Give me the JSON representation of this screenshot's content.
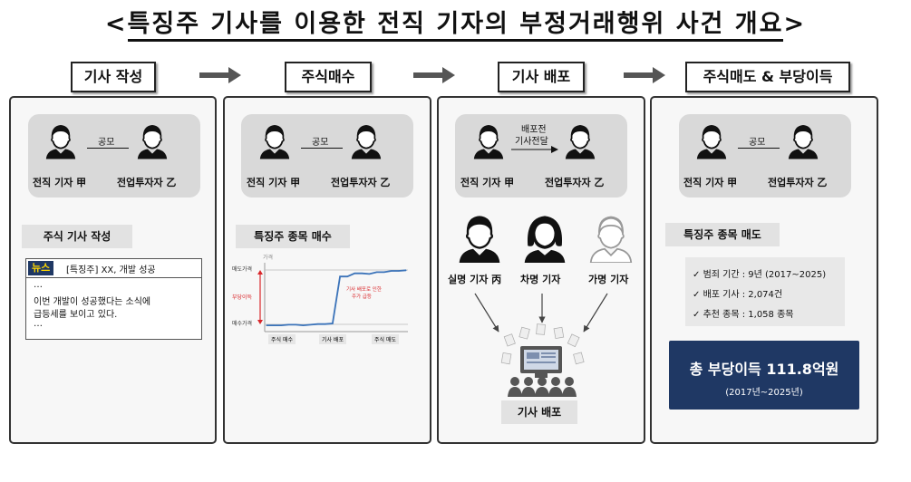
{
  "title": {
    "lead": "<",
    "main": "특징주 기사를 이용한 전직 기자의 부정거래행위 사건 개요",
    "tail": ">"
  },
  "stages": [
    "기사 작성",
    "주식매수",
    "기사 배포",
    "주식매도 & 부당이득"
  ],
  "people": {
    "reporter": "전직 기자 甲",
    "investor": "전업투자자 乙"
  },
  "relations": {
    "conspiracy": "공모",
    "pre_release_line1": "배포전",
    "pre_release_line2": "기사전달"
  },
  "panel1": {
    "section": "주식 기사 작성",
    "news_badge": "뉴스",
    "news_headline": "[특징주] XX, 개발 성공",
    "news_dots1": "…",
    "news_line1": "이번 개발이 성공했다는 소식에",
    "news_line2": "급등세를 보이고 있다.",
    "news_dots2": "…"
  },
  "panel2": {
    "section": "특징주 종목 매수",
    "chart_annotation_line1": "기사 배포로 인한",
    "chart_annotation_line2": "주가 급등"
  },
  "chart_data": {
    "type": "line",
    "title": "",
    "series": [
      {
        "name": "주가",
        "values": [
          10,
          10,
          10,
          11,
          11,
          10,
          11,
          12,
          12,
          13,
          88,
          88,
          93,
          93,
          92,
          95,
          95,
          97,
          97,
          98
        ]
      }
    ],
    "ylim": [
      0,
      110
    ],
    "y_top_label": "가격",
    "y_labels": {
      "sell": "매도가격",
      "gain": "부당이득",
      "buy": "매수가격"
    },
    "x_stage_labels": [
      "주식 매수",
      "기사 배포",
      "주식 매도"
    ]
  },
  "panel3": {
    "real": "실명 기자 丙",
    "borrowed": "차명 기자",
    "fake": "가명 기자",
    "label": "기사 배포"
  },
  "panel4": {
    "section": "특징주 종목 매도",
    "check_mark": "✓",
    "item1": "범죄 기간 : 9년 (2017~2025)",
    "item2": "배포 기사 : 2,074건",
    "item3": "추천 종목 : 1,058 종목",
    "total": "총 부당이득 111.8억원",
    "total_period": "(2017년~2025년)"
  },
  "colors": {
    "navy": "#1f3864",
    "red": "#d9262a",
    "blue": "#3b73b9",
    "arrow": "#555555"
  }
}
